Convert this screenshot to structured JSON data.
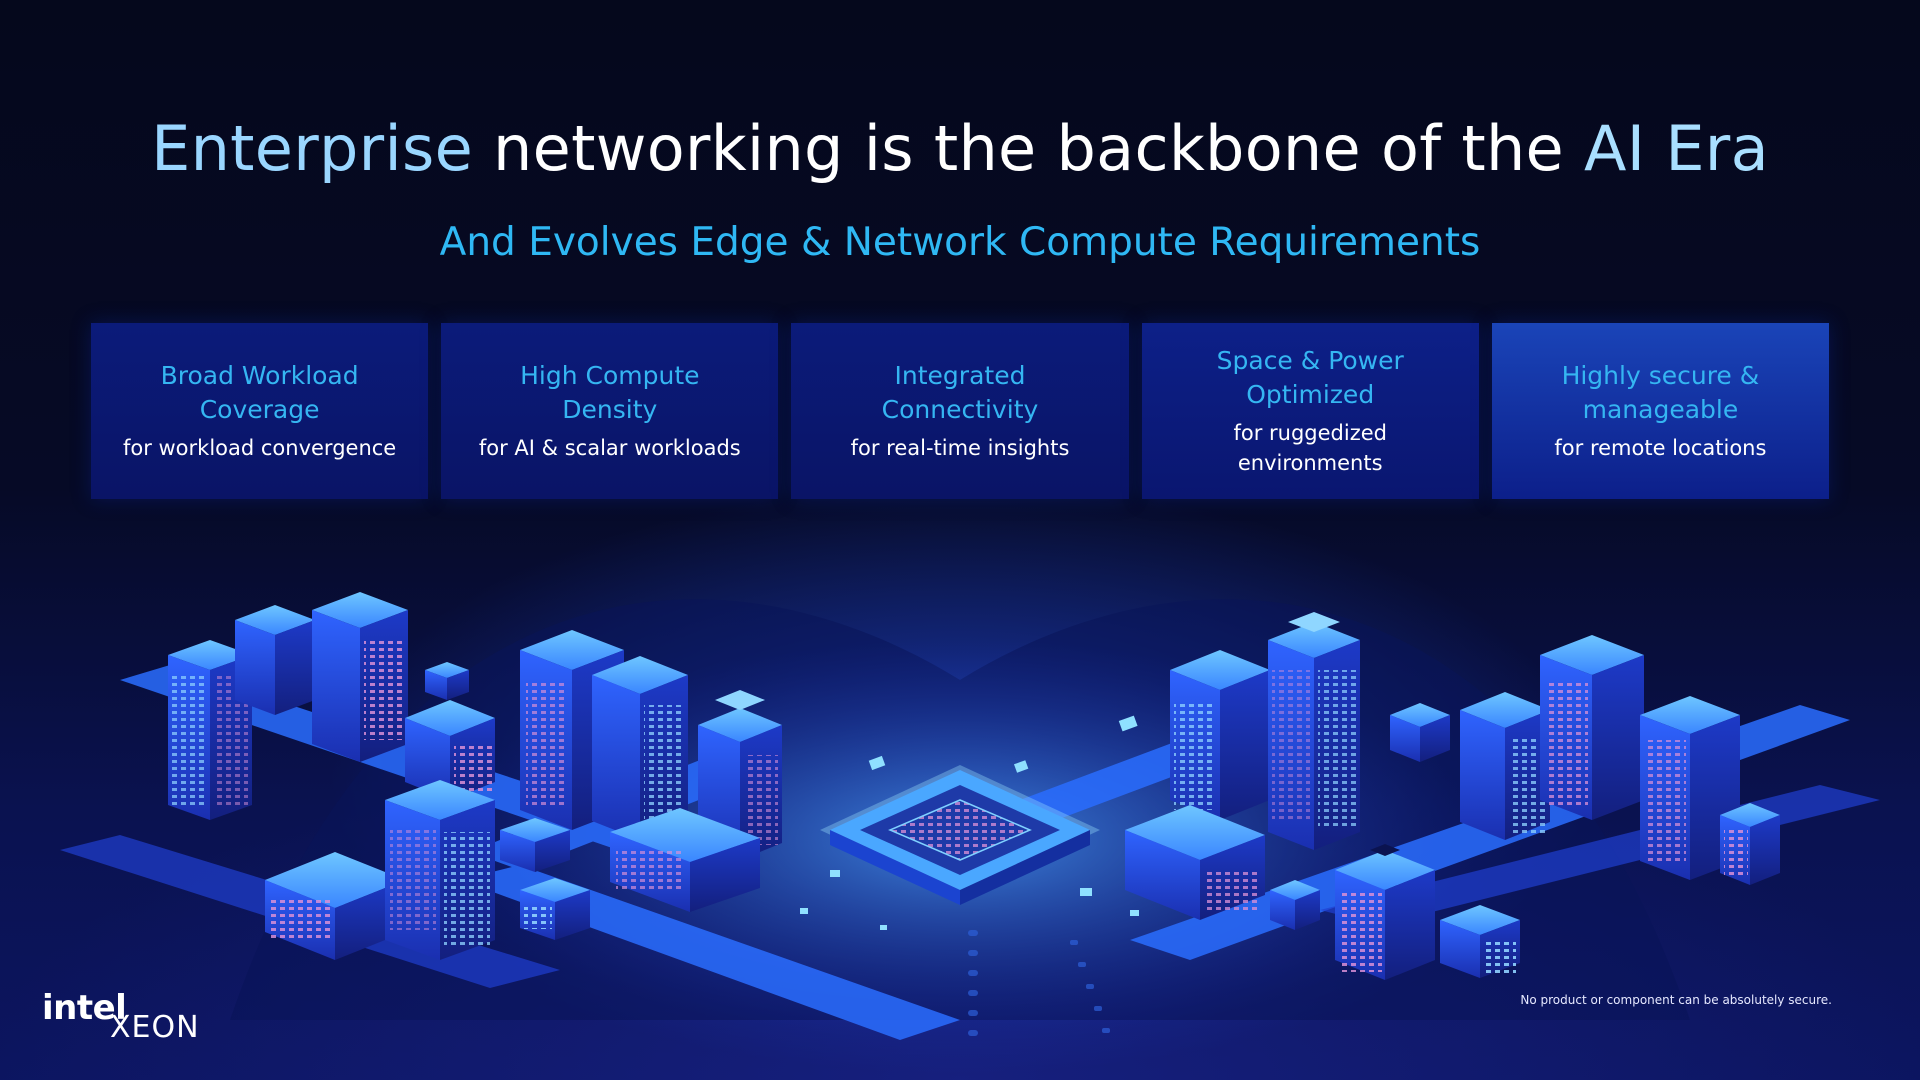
{
  "slide": {
    "title_lead": "Enterprise",
    "title_body": " networking is the backbone of the ",
    "title_tail": "AI Era",
    "subtitle": "And Evolves Edge & Network Compute Requirements"
  },
  "cards": [
    {
      "title": "Broad Workload Coverage",
      "subtitle": "for workload convergence"
    },
    {
      "title": "High Compute\nDensity",
      "subtitle": "for AI & scalar workloads"
    },
    {
      "title": "Integrated\nConnectivity",
      "subtitle": "for real-time insights"
    },
    {
      "title": "Space & Power Optimized",
      "subtitle": "for ruggedized environments"
    },
    {
      "title": "Highly secure &\nmanageable",
      "subtitle": "for remote locations"
    }
  ],
  "logo": {
    "brand": "intel",
    "product": "XEON"
  },
  "footer": {
    "disclaimer": "No product or component can be absolutely secure."
  },
  "colors": {
    "background": "#05081f",
    "accent_cyan": "#2fb8f4",
    "card_blue": "#0b1b7a",
    "building_blue": "#2f6bff",
    "building_glow": "#5ab4ff",
    "window_pink": "#d88fd6"
  },
  "icons": {
    "illustration": "isometric-city-chip-illustration"
  }
}
